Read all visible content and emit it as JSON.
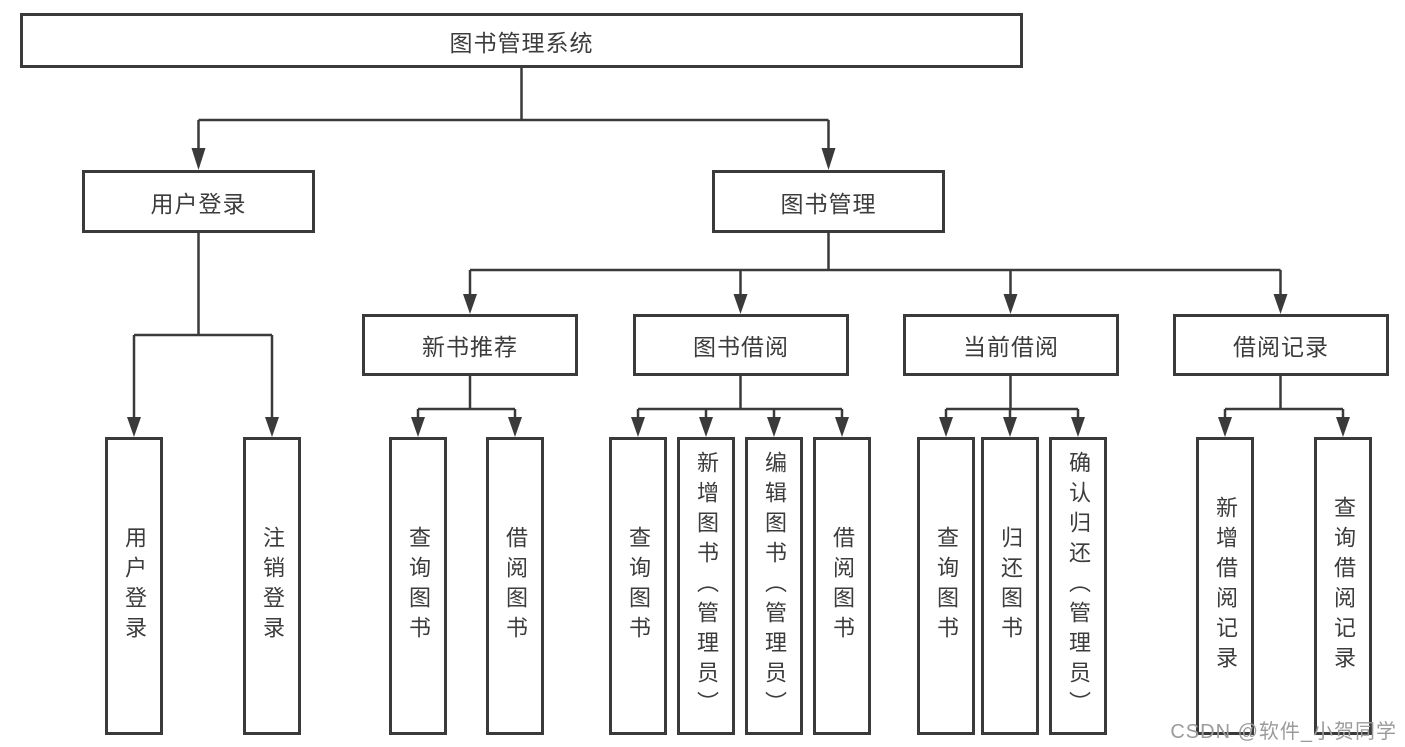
{
  "diagram": {
    "root": {
      "label": "图书管理系统"
    },
    "level2": {
      "user_login": {
        "label": "用户登录"
      },
      "book_management": {
        "label": "图书管理"
      }
    },
    "level3": {
      "new_book_recommend": {
        "label": "新书推荐"
      },
      "book_borrowing": {
        "label": "图书借阅"
      },
      "current_borrowing": {
        "label": "当前借阅"
      },
      "borrowing_records": {
        "label": "借阅记录"
      }
    },
    "leaves": {
      "user_login": {
        "label": "用户登录"
      },
      "logout": {
        "label": "注销登录"
      },
      "query_books_recommend": {
        "label": "查询图书"
      },
      "borrow_books_recommend": {
        "label": "借阅图书"
      },
      "query_books_borrowing": {
        "label": "查询图书"
      },
      "add_books_admin": {
        "label": "新增图书（管理员）"
      },
      "edit_books_admin": {
        "label": "编辑图书（管理员）"
      },
      "borrow_books_borrowing": {
        "label": "借阅图书"
      },
      "query_books_current": {
        "label": "查询图书"
      },
      "return_books": {
        "label": "归还图书"
      },
      "confirm_return_admin": {
        "label": "确认归还（管理员）"
      },
      "add_borrow_record": {
        "label": "新增借阅记录"
      },
      "query_borrow_record": {
        "label": "查询借阅记录"
      }
    },
    "colors": {
      "line": "#3a3a3a",
      "box_border": "#3a3a3a",
      "text": "#3c3c3c",
      "watermark": "#9b9b9b",
      "background": "#ffffff"
    }
  },
  "watermark": {
    "text": "CSDN @软件_小贺同学"
  }
}
